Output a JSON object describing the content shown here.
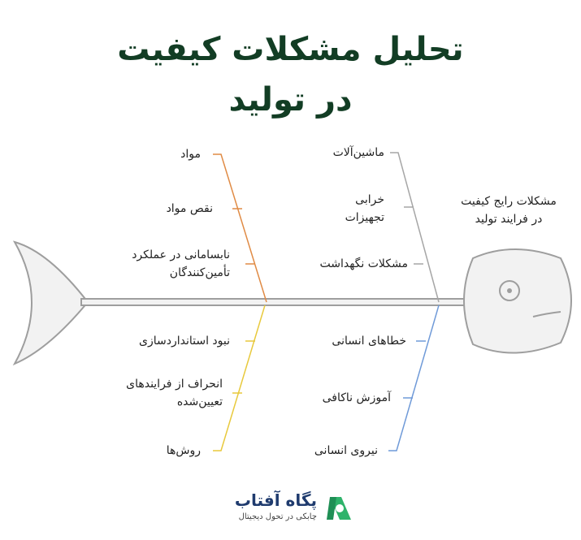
{
  "title": {
    "line1": "تحلیل مشکلات کیفیت",
    "line2": "در تولید"
  },
  "head": {
    "label_line1": "مشکلات رایج کیفیت",
    "label_line2": "در فرایند تولید"
  },
  "categories": {
    "machines": {
      "color": "#a6a6a6",
      "items": [
        "ماشین‌آلات",
        "خرابی",
        "تجهیزات",
        "مشکلات نگهداشت"
      ]
    },
    "materials": {
      "color": "#e08b45",
      "items": [
        "مواد",
        "نقص مواد",
        "نابسامانی در عملکرد",
        "تأمین‌کنندگان"
      ]
    },
    "methods": {
      "color": "#e8c93c",
      "items": [
        "نبود استانداردسازی",
        "انحراف از فرایندهای",
        "تعیین‌شده",
        "روش‌ها"
      ]
    },
    "people": {
      "color": "#6f9ad8",
      "items": [
        "خطاهای انسانی",
        "آموزش ناکافی",
        "نیروی انسانی"
      ]
    }
  },
  "brand": {
    "name": "پگاه آفتاب",
    "tagline": "چابکی در تحول دیجیتال",
    "color_primary": "#1f3b6e",
    "color_accent": "#2fb36b"
  }
}
